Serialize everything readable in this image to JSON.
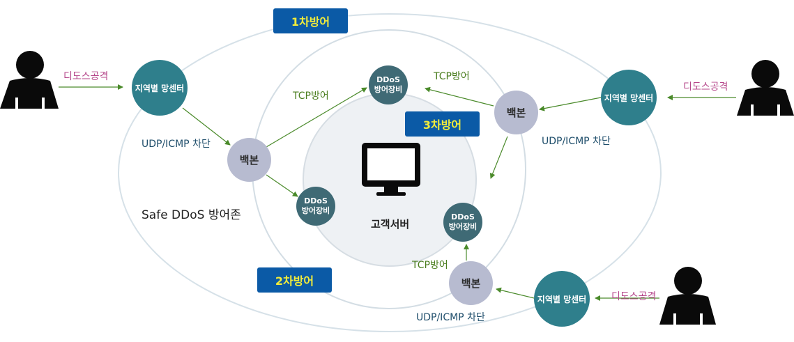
{
  "badges": {
    "first": "1차방어",
    "second": "2차방어",
    "third": "3차방어"
  },
  "attack_labels": {
    "left": "디도스공격",
    "right_top": "디도스공격",
    "right_bottom": "디도스공격"
  },
  "regional_centers": {
    "left": "지역별 망센터",
    "right_top": "지역별 망센터",
    "right_bottom": "지역별 망센터"
  },
  "backbones": {
    "left": "백본",
    "right_top": "백본",
    "bottom": "백본"
  },
  "devices": {
    "top": {
      "line1": "DDoS",
      "line2": "방어장비"
    },
    "left": {
      "line1": "DDoS",
      "line2": "방어장비"
    },
    "right": {
      "line1": "DDoS",
      "line2": "방어장비"
    }
  },
  "udp_labels": {
    "left": "UDP/ICMP 차단",
    "right": "UDP/ICMP 차단",
    "bottom": "UDP/ICMP 차단"
  },
  "tcp_labels": {
    "left": "TCP방어",
    "right": "TCP방어",
    "bottom": "TCP방어"
  },
  "zone_label": "Safe DDoS 방어존",
  "server_label": "고객서버",
  "icons": [
    "person-icon",
    "monitor-icon"
  ],
  "colors": {
    "badge_bg": "#0b5aa6",
    "badge_text": "#f2ec3a",
    "center_node": "#2f7f8c",
    "backbone": "#b7bbd0",
    "device": "#3f6a75",
    "arrow": "#4a8a2a",
    "attack_text": "#b5468a"
  }
}
